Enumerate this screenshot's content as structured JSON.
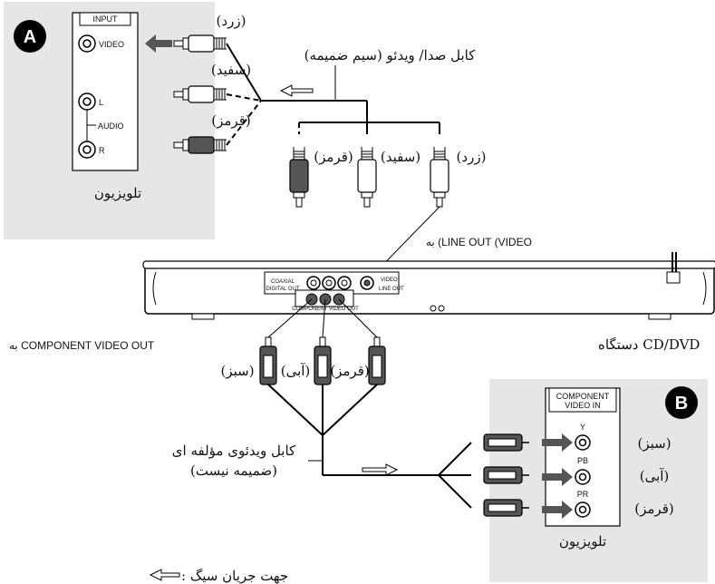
{
  "tv_a": {
    "badge": "A",
    "panel_title": "INPUT",
    "video_label": "VIDEO",
    "l_label": "L",
    "audio_label": "AUDIO",
    "r_label": "R",
    "caption": "تلویزیون"
  },
  "cable_av": {
    "label": "کابل صدا/ ویدئو (سیم ضمیمه)",
    "left_yellow": "(زرد)",
    "left_white": "(سفید)",
    "left_red": "(قرمز)",
    "bottom_red": "(قرمز)",
    "bottom_white": "(سفید)",
    "bottom_yellow": "(زرد)"
  },
  "player": {
    "line_out_label": "به (LINE OUT (VIDEO",
    "component_out_label": "به COMPONENT VIDEO OUT",
    "device_label": "دستگاه CD/DVD",
    "digital_out_text": "DIGITAL OUT",
    "coaxial_text": "COAXIAL",
    "component_text": "COMPONENT VIDEO OUT",
    "line_out_text": "LINE OUT",
    "video_text": "VIDEO"
  },
  "component_cable": {
    "green": "(سبز)",
    "blue": "(آبی)",
    "red": "(قرمز)",
    "label_line1": "کابل ویدئوی مؤلفه ای",
    "label_line2": "(ضمیمه نیست)"
  },
  "tv_b": {
    "badge": "B",
    "panel_title_1": "COMPONENT",
    "panel_title_2": "VIDEO IN",
    "y_label": "Y",
    "pb_label": "PB",
    "pr_label": "PR",
    "green": "(سبز)",
    "blue": "(آبی)",
    "red": "(قرمز)",
    "caption": "تلویزیون"
  },
  "legend": {
    "text": ": جهت جریان سیگ"
  },
  "colors": {
    "panel_bg": "#e6e6e6",
    "dark_plug": "#555555",
    "line": "#000000"
  }
}
